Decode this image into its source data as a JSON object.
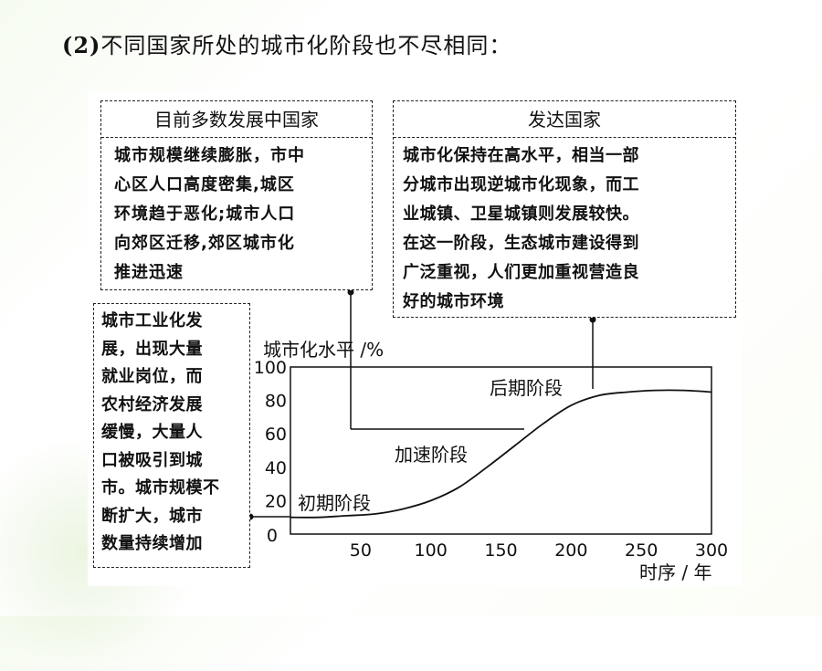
{
  "heading": {
    "number": "(2)",
    "text": "不同国家所处的城市化阶段也不尽相同："
  },
  "boxes": {
    "developing": {
      "title": "目前多数发展中国家",
      "lines": [
        "城市规模继续膨胀，市中",
        "心区人口高度密集,城区",
        "环境趋于恶化;城市人口",
        "向郊区迁移,郊区城市化",
        "推进迅速"
      ]
    },
    "developed": {
      "title": "发达国家",
      "lines": [
        "城市化保持在高水平，相当一部",
        "分城市出现逆城市化现象，而工",
        "业城镇、卫星城镇则发展较快。",
        "在这一阶段，生态城市建设得到",
        "广泛重视，人们更加重视营造良",
        "好的城市环境"
      ]
    },
    "initial": {
      "lines": [
        "城市工业化发",
        "展，出现大量",
        "就业岗位，而",
        "农村经济发展",
        "缓慢，大量人",
        "口被吸引到城",
        "市。城市规模不",
        "断扩大，城市",
        "数量持续增加"
      ]
    }
  },
  "chart_data": {
    "type": "line",
    "ylabel": "城市化水平 /%",
    "xlabel": "时序 / 年",
    "x_ticks": [
      "50",
      "100",
      "150",
      "200",
      "250",
      "300"
    ],
    "y_ticks": [
      "0",
      "20",
      "40",
      "60",
      "80",
      "100"
    ],
    "origin_label": "0",
    "xlim": [
      0,
      300
    ],
    "ylim": [
      0,
      100
    ],
    "x": [
      0,
      20,
      40,
      60,
      80,
      100,
      120,
      140,
      160,
      180,
      200,
      220,
      240,
      260,
      280,
      300
    ],
    "y": [
      10,
      10,
      11,
      12,
      15,
      20,
      28,
      40,
      53,
      66,
      77,
      83,
      85,
      86,
      86,
      85
    ],
    "stages": [
      "初期阶段",
      "加速阶段",
      "后期阶段"
    ]
  },
  "colors": {
    "line": "#111111",
    "background": "#ffffff"
  }
}
